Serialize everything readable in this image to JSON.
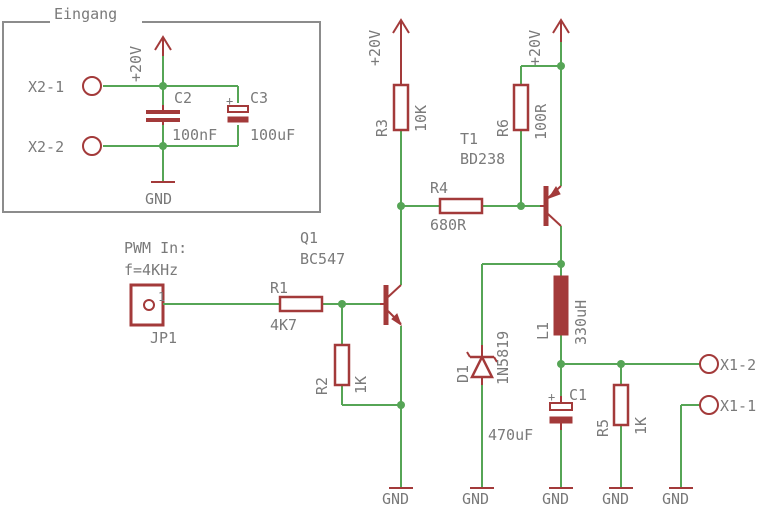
{
  "box_title": "Eingang",
  "ports": {
    "x2_1": "X2-1",
    "x2_2": "X2-2",
    "x1_2": "X1-2",
    "x1_1": "X1-1"
  },
  "supply": {
    "v1": "+20V",
    "v2": "+20V",
    "v3": "+20V"
  },
  "gnd": "GND",
  "pwm": {
    "line1": "PWM In:",
    "line2": "f=4KHz",
    "pin": "1",
    "name": "JP1"
  },
  "components": {
    "C2": {
      "name": "C2",
      "value": "100nF"
    },
    "C3": {
      "name": "C3",
      "value": "100uF"
    },
    "R1": {
      "name": "R1",
      "value": "4K7"
    },
    "R2": {
      "name": "R2",
      "value": "1K"
    },
    "R3": {
      "name": "R3",
      "value": "10K"
    },
    "R4": {
      "name": "R4",
      "value": "680R"
    },
    "R5": {
      "name": "R5",
      "value": "1K"
    },
    "R6": {
      "name": "R6",
      "value": "100R"
    },
    "Q1": {
      "name": "Q1",
      "value": "BC547"
    },
    "T1": {
      "name": "T1",
      "value": "BD238"
    },
    "L1": {
      "name": "L1",
      "value": "330uH"
    },
    "D1": {
      "name": "D1",
      "value": "1N5819"
    },
    "C1": {
      "name": "C1",
      "value": "470uF"
    }
  },
  "colors": {
    "wire": "#56a556",
    "component": "#a33a3a",
    "text": "#7a7a7a",
    "frame": "#8c8c8c"
  }
}
